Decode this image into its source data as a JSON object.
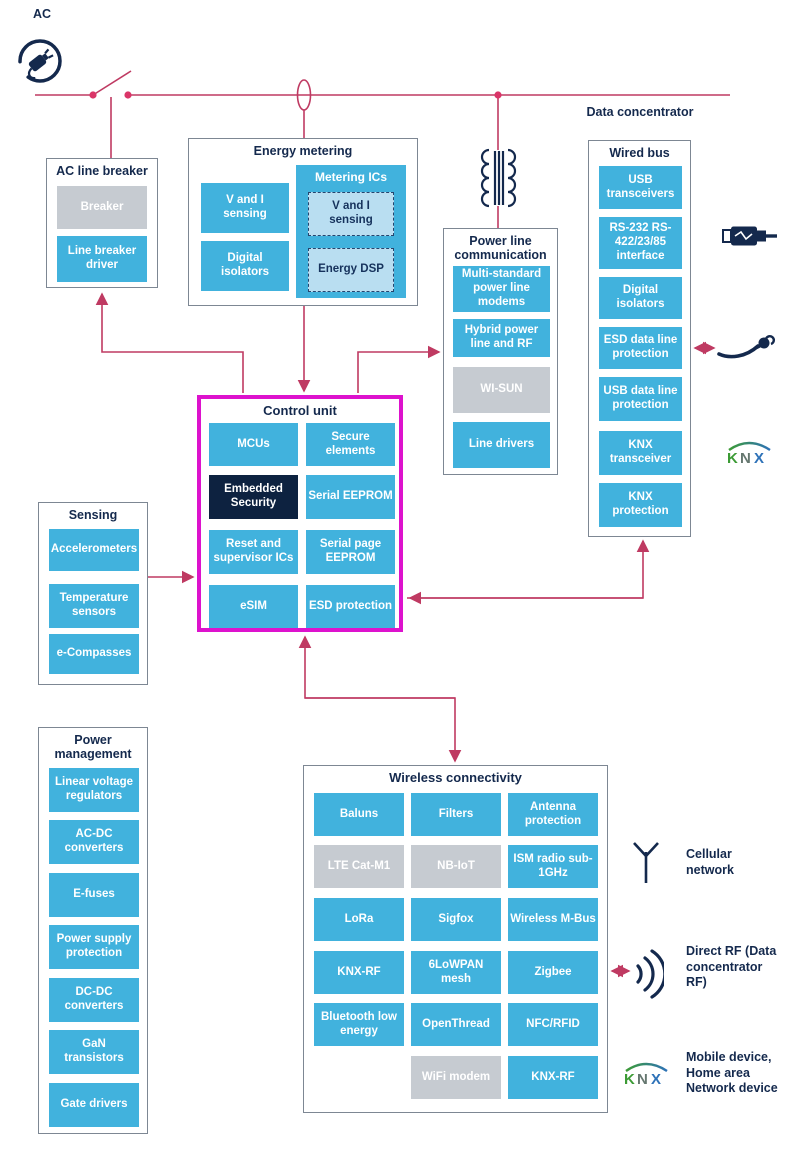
{
  "colors": {
    "blue": "#41b2dd",
    "gray": "#c6cbd1",
    "navy": "#0d2240",
    "line": "#bf3a62",
    "dot": "#da3568",
    "magenta": "#dd12cd",
    "light_blue": "#b9def1"
  },
  "top": {
    "ac_label": "AC"
  },
  "panels": {
    "ac_line_breaker": {
      "title": "AC line breaker",
      "items": [
        {
          "label": "Breaker",
          "variant": "gray"
        },
        {
          "label": "Line breaker driver",
          "variant": "blue"
        }
      ]
    },
    "energy_metering": {
      "title": "Energy metering",
      "items": [
        {
          "label": "V and I sensing",
          "variant": "blue"
        },
        {
          "label": "Digital isolators",
          "variant": "blue"
        }
      ],
      "metering_ics": {
        "title": "Metering ICs",
        "items": [
          {
            "label": "V and I sensing",
            "variant": "ldash"
          },
          {
            "label": "Energy DSP",
            "variant": "ldash"
          }
        ]
      }
    },
    "power_line_communication": {
      "title": "Power line communication",
      "items": [
        {
          "label": "Multi-standard power line modems",
          "variant": "blue"
        },
        {
          "label": "Hybrid power line and RF",
          "variant": "blue"
        },
        {
          "label": "WI-SUN",
          "variant": "gray"
        },
        {
          "label": "Line drivers",
          "variant": "blue"
        }
      ]
    },
    "data_concentrator_label": "Data concentrator",
    "wired_bus": {
      "title": "Wired bus",
      "items": [
        {
          "label": "USB transceivers",
          "variant": "blue"
        },
        {
          "label": "RS-232 RS-422/23/85 interface",
          "variant": "blue"
        },
        {
          "label": "Digital isolators",
          "variant": "blue"
        },
        {
          "label": "ESD data line protection",
          "variant": "blue"
        },
        {
          "label": "USB data line protection",
          "variant": "blue"
        },
        {
          "label": "KNX transceiver",
          "variant": "blue"
        },
        {
          "label": "KNX protection",
          "variant": "blue"
        }
      ]
    },
    "control_unit": {
      "title": "Control unit",
      "items": [
        {
          "label": "MCUs",
          "variant": "blue"
        },
        {
          "label": "Secure elements",
          "variant": "blue"
        },
        {
          "label": "Embedded Security",
          "variant": "navy"
        },
        {
          "label": "Serial EEPROM",
          "variant": "blue"
        },
        {
          "label": "Reset and supervisor ICs",
          "variant": "blue"
        },
        {
          "label": "Serial page EEPROM",
          "variant": "blue"
        },
        {
          "label": "eSIM",
          "variant": "blue"
        },
        {
          "label": "ESD protection",
          "variant": "blue"
        }
      ]
    },
    "sensing": {
      "title": "Sensing",
      "items": [
        {
          "label": "Accelerometers",
          "variant": "blue"
        },
        {
          "label": "Temperature sensors",
          "variant": "blue"
        },
        {
          "label": "e-Compasses",
          "variant": "blue"
        }
      ]
    },
    "power_management": {
      "title": "Power management",
      "items": [
        {
          "label": "Linear voltage regulators",
          "variant": "blue"
        },
        {
          "label": "AC-DC converters",
          "variant": "blue"
        },
        {
          "label": "E-fuses",
          "variant": "blue"
        },
        {
          "label": "Power supply protection",
          "variant": "blue"
        },
        {
          "label": "DC-DC converters",
          "variant": "blue"
        },
        {
          "label": "GaN transistors",
          "variant": "blue"
        },
        {
          "label": "Gate drivers",
          "variant": "blue"
        }
      ]
    },
    "wireless_connectivity": {
      "title": "Wireless connectivity",
      "items": [
        {
          "label": "Baluns",
          "variant": "blue"
        },
        {
          "label": "Filters",
          "variant": "blue"
        },
        {
          "label": "Antenna protection",
          "variant": "blue"
        },
        {
          "label": "LTE Cat-M1",
          "variant": "gray"
        },
        {
          "label": "NB-IoT",
          "variant": "gray"
        },
        {
          "label": "ISM radio sub-1GHz",
          "variant": "blue"
        },
        {
          "label": "LoRa",
          "variant": "blue"
        },
        {
          "label": "Sigfox",
          "variant": "blue"
        },
        {
          "label": "Wireless M-Bus",
          "variant": "blue"
        },
        {
          "label": "KNX-RF",
          "variant": "blue"
        },
        {
          "label": "6LoWPAN mesh",
          "variant": "blue"
        },
        {
          "label": "Zigbee",
          "variant": "blue"
        },
        {
          "label": "Bluetooth low energy",
          "variant": "blue"
        },
        {
          "label": "OpenThread",
          "variant": "blue"
        },
        {
          "label": "NFC/RFID",
          "variant": "blue"
        },
        {
          "label": "WiFi modem",
          "variant": "gray"
        },
        {
          "label": "KNX-RF",
          "variant": "blue"
        }
      ]
    }
  },
  "legend": [
    {
      "icon": "cellular-antenna-icon",
      "label": "Cellular network"
    },
    {
      "icon": "rf-waves-icon",
      "label": "Direct RF (Data concentrator RF)"
    },
    {
      "icon": "knx-logo",
      "label": "Mobile device, Home area Network device"
    }
  ],
  "knx_logo_text": "KNX"
}
